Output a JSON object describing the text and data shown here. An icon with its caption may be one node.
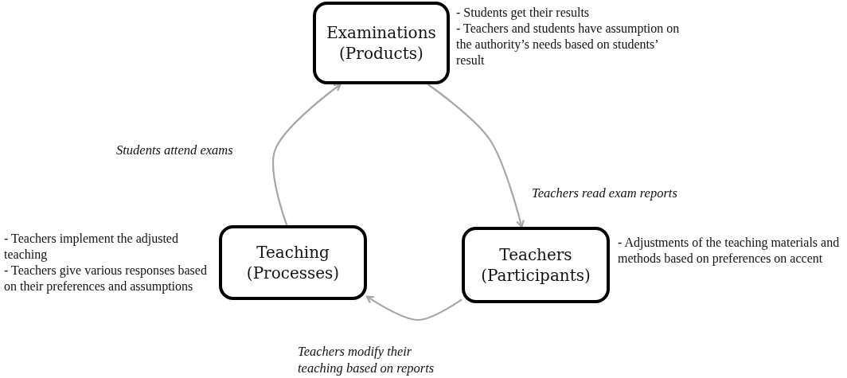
{
  "diagram": {
    "nodes": [
      {
        "text": [
          "Examinations (Products)"
        ],
        "beside": [
          "- Students get their results",
          "- Teachers and students have assumption on the authority’s needs based on students’ result"
        ]
      },
      {
        "text": [
          "Teachers (Participants)"
        ],
        "beside": [
          "- Adjustments of the teaching materials and methods based on preferences on accent"
        ]
      },
      {
        "text": [
          "Teaching (Processes)"
        ],
        "beside": [
          "- Teachers implement the adjusted teaching",
          "- Teachers give various responses based on their preferences and assumptions"
        ]
      }
    ],
    "edges": [
      {
        "from": 0,
        "to": 1,
        "arrow": "to",
        "label": "Teachers read exam reports",
        "color": "#a6a6a6"
      },
      {
        "from": 1,
        "to": 2,
        "arrow": "to",
        "label": "Teachers modify their teaching based on reports",
        "color": "#a6a6a6"
      },
      {
        "from": 2,
        "to": 0,
        "arrow": "to",
        "label": "Students attend exams",
        "color": "#a6a6a6"
      }
    ]
  }
}
